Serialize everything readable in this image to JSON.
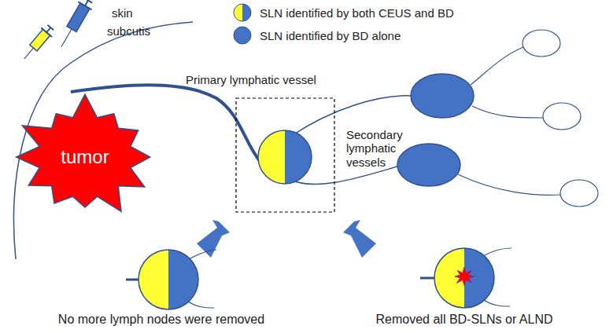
{
  "diagram": {
    "nodes": [
      {
        "text": [
          "tumor"
        ]
      }
    ],
    "labels": [
      "skin",
      "subcutis",
      "Primary lymphatic vessel",
      "Secondary lymphatic vessels",
      "No more lymph nodes were removed",
      "Removed all BD-SLNs or ALND"
    ],
    "legend": [
      {
        "text": "SLN identified by both CEUS and BD"
      },
      {
        "text": "SLN identified by BD alone",
        "color": "#4472c4"
      }
    ]
  }
}
